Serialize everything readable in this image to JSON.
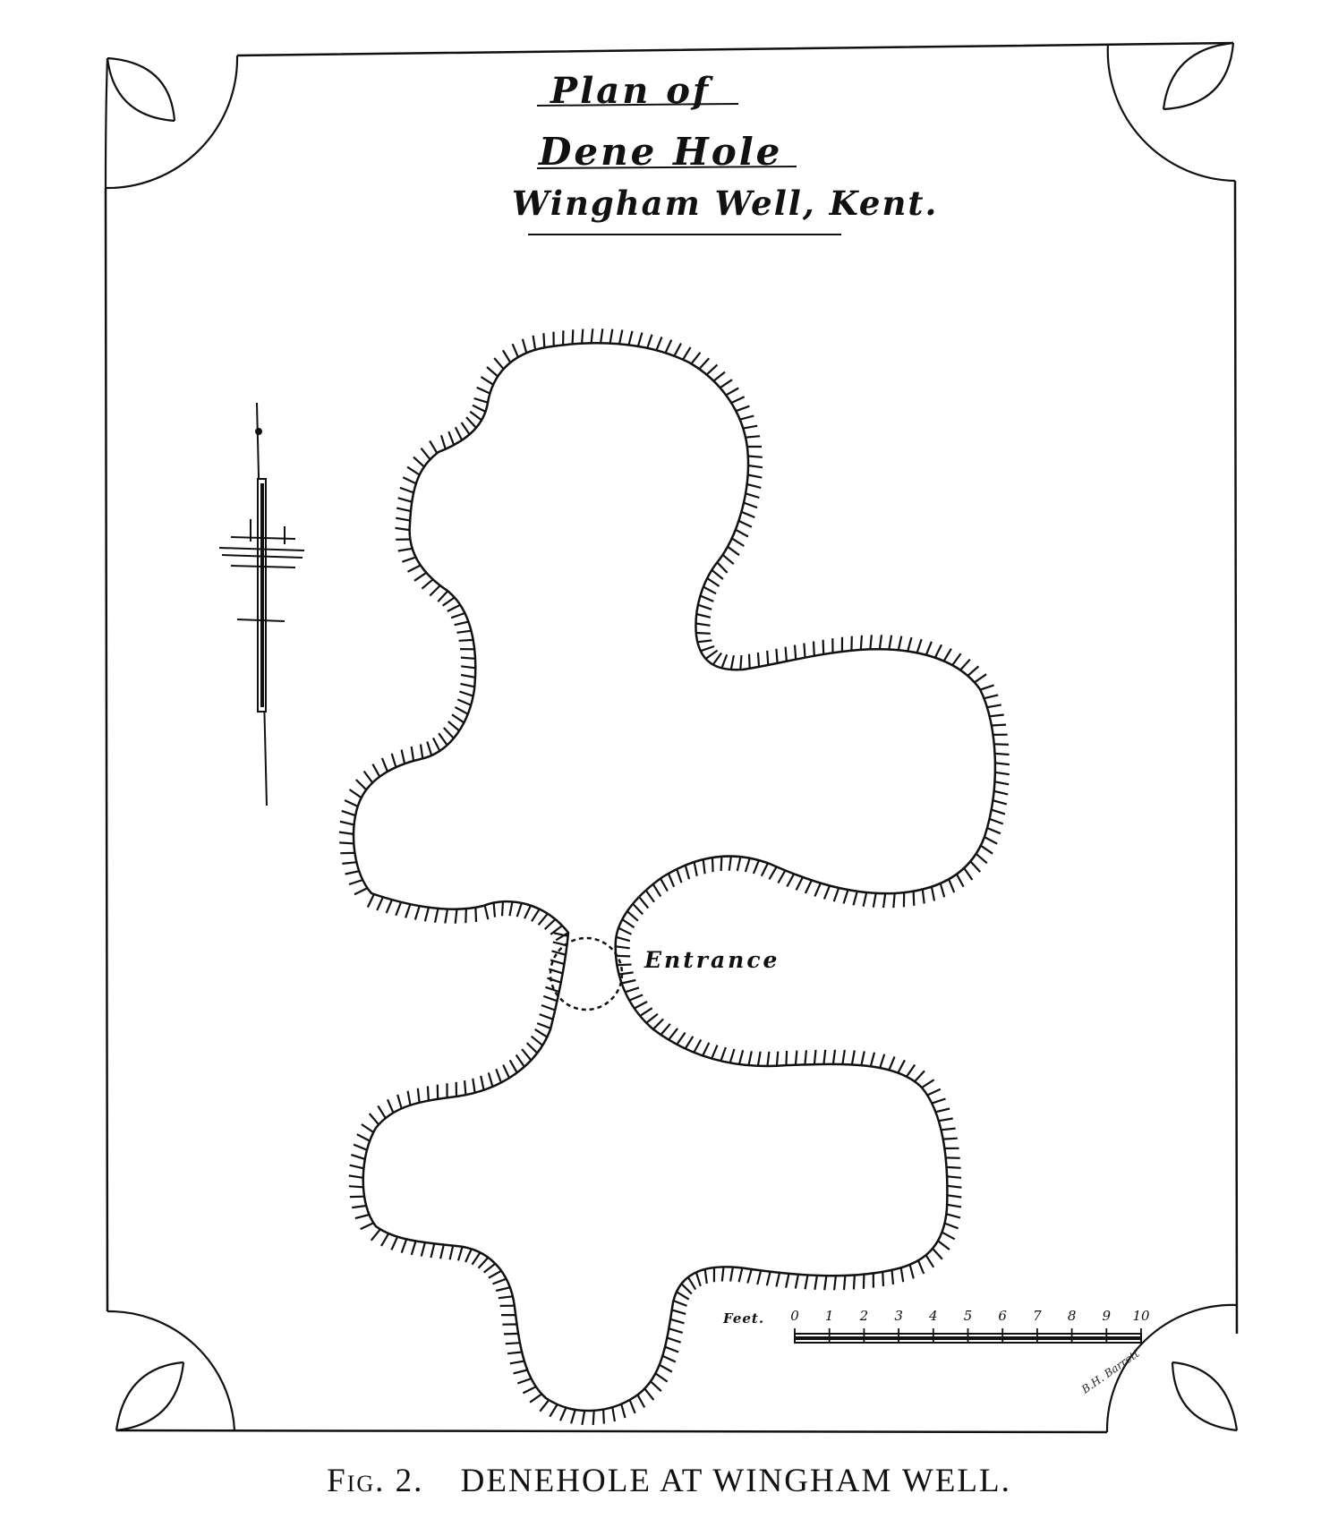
{
  "title": {
    "line1": "Plan of",
    "line2": "Dene Hole",
    "line3": "Wingham Well, Kent."
  },
  "entrance_label": "Entrance",
  "scale": {
    "label": "Feet.",
    "ticks": [
      "0",
      "1",
      "2",
      "3",
      "4",
      "5",
      "6",
      "7",
      "8",
      "9",
      "10"
    ]
  },
  "signature": "B.H. Barrett",
  "caption": {
    "figure": "Fig. 2.",
    "text": "DENEHOLE AT WINGHAM WELL."
  }
}
